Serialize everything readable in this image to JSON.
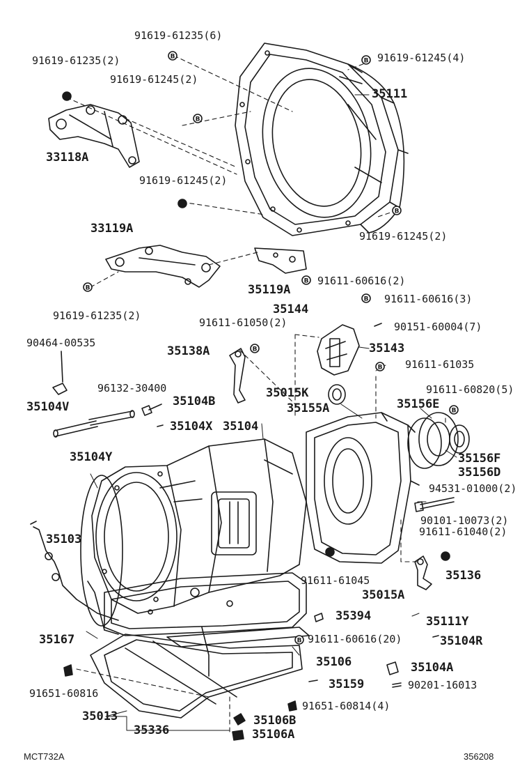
{
  "diagram": {
    "labels": {
      "p91619_61235_6": "91619-61235(6)",
      "p91619_61235_2_top": "91619-61235(2)",
      "p91619_61245_4": "91619-61245(4)",
      "p35111": "35111",
      "p91619_61245_2_a": "91619-61245(2)",
      "p33118a": "33118A",
      "p91619_61245_2_b": "91619-61245(2)",
      "p91619_61245_2_c": "91619-61245(2)",
      "p33119a": "33119A",
      "p35119a": "35119A",
      "p91611_60616_2": "91611-60616(2)",
      "p91619_61235_2_bottom": "91619-61235(2)",
      "p35144": "35144",
      "p91611_60616_3": "91611-60616(3)",
      "p91611_61050_2": "91611-61050(2)",
      "p90151_60004_7": "90151-60004(7)",
      "p90464_00535": "90464-00535",
      "p35138a": "35138A",
      "p35143": "35143",
      "p91611_61035": "91611-61035",
      "p96132_30400": "96132-30400",
      "p35015k": "35015K",
      "p91611_60820_5": "91611-60820(5)",
      "p35104v": "35104V",
      "p35104b": "35104B",
      "p35155a": "35155A",
      "p35156e": "35156E",
      "p35104x": "35104X",
      "p35104": "35104",
      "p35156f": "35156F",
      "p35156d": "35156D",
      "p35104y": "35104Y",
      "p94531_01000_2": "94531-01000(2)",
      "p90101_10073_2": "90101-10073(2)",
      "p35103": "35103",
      "p91611_61040_2": "91611-61040(2)",
      "p35136": "35136",
      "p91611_61045": "91611-61045",
      "p35015a": "35015A",
      "p35394": "35394",
      "p35111y": "35111Y",
      "p35167": "35167",
      "p91611_60616_20": "91611-60616(20)",
      "p35104r": "35104R",
      "p35106": "35106",
      "p35104a": "35104A",
      "p91651_60816": "91651-60816",
      "p35159": "35159",
      "p90201_16013": "90201-16013",
      "p91651_60814_4": "91651-60814(4)",
      "p35013": "35013",
      "p35106b": "35106B",
      "p35336": "35336",
      "p35106a": "35106A"
    },
    "footer": {
      "code_left": "MCT732A",
      "code_right": "356208"
    },
    "bolt_marker_letter": "B",
    "colors": {
      "ink": "#1a1a1a",
      "background": "#ffffff"
    }
  }
}
